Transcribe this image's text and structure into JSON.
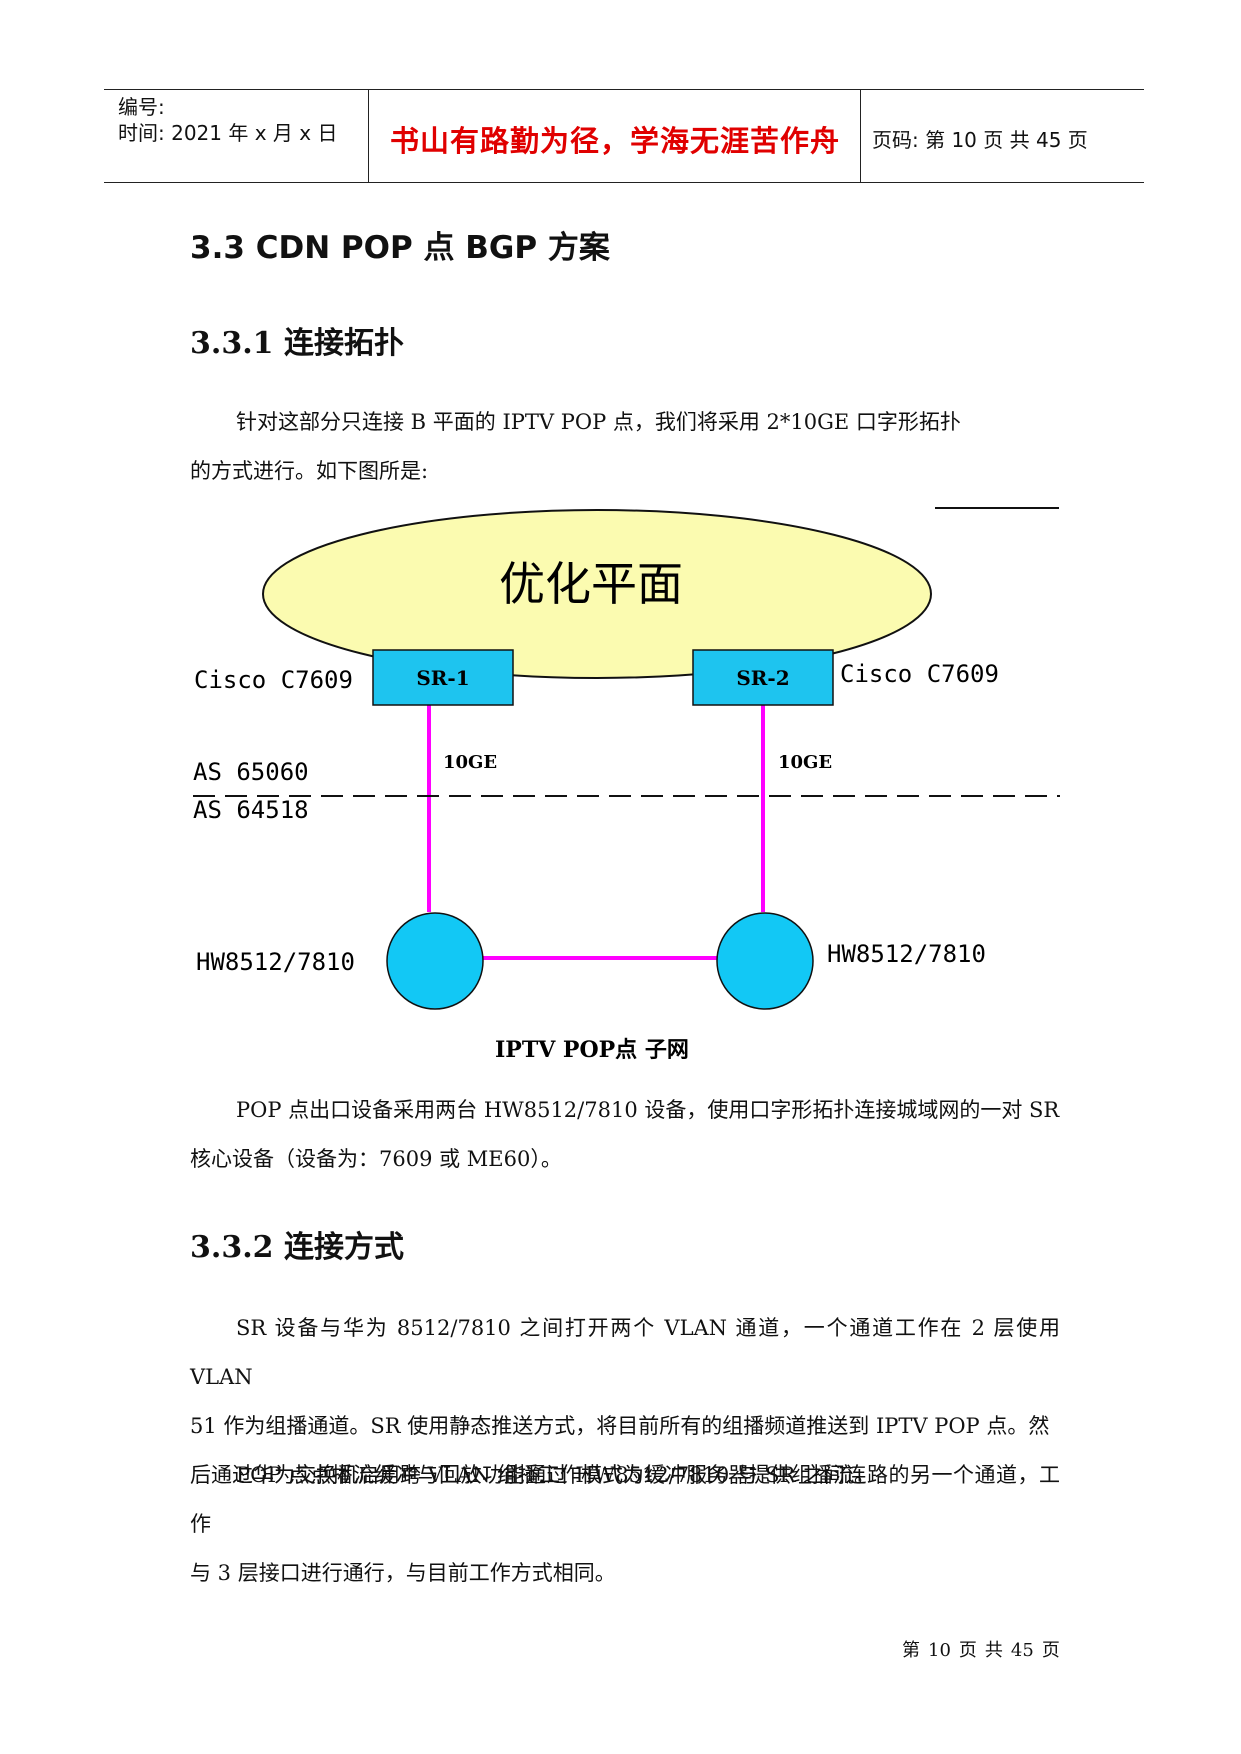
{
  "header": {
    "serial_label": "编号:",
    "time_label": "时间: 2021 年 x 月 x 日",
    "motto": "书山有路勤为径，学海无涯苦作舟",
    "page_label": "页码: 第 10 页  共 45 页"
  },
  "section": {
    "title": "3.3 CDN POP 点 BGP 方案"
  },
  "sub1": {
    "title": "3.3.1 连接拓扑",
    "para1_line1": "针对这部分只连接 B 平面的 IPTV POP 点，我们将采用 2*10GE 口字形拓扑",
    "para1_line2": "的方式进行。如下图所是:"
  },
  "diagram": {
    "cloud_label": "优化平面",
    "sr1_label": "SR-1",
    "sr2_label": "SR-2",
    "cisco_left": "Cisco C7609",
    "cisco_right": "Cisco C7609",
    "link_left": "10GE",
    "link_right": "10GE",
    "as_top": "AS 65060",
    "as_bottom": "AS 64518",
    "hw_left": "HW8512/7810",
    "hw_right": "HW8512/7810",
    "caption": "IPTV POP点 子网",
    "colors": {
      "cloud": "#fbfbb0",
      "box": "#1ec4ef",
      "node": "#12c8f5",
      "link": "#ff00ff"
    }
  },
  "para2": {
    "line1": "POP 点出口设备采用两台 HW8512/7810 设备，使用口字形拓扑连接城域网的一对 SR",
    "line2": "核心设备（设备为：7609 或 ME60）。"
  },
  "sub2": {
    "title": "3.3.2 连接方式",
    "para1_line1": "SR 设备与华为 8512/7810 之间打开两个 VLAN 通道，一个通道工作在 2 层使用 VLAN",
    "para1_line2": "51 作为组播通道。SR 使用静态推送方式，将目前所有的组播频道推送到 IPTV POP 点。然",
    "para1_line3": "后通过华为交换机启用跨 VLAN 组播工作模式为缓冲服务器提供组播流。",
    "para2_line1": "POP 点点播流缓冲与回放功能通过 HW8512/7810 与 SR 之间连路的另一个通道，工作",
    "para2_line2": "与 3 层接口进行通行，与目前工作方式相同。"
  },
  "footer": {
    "di": "第",
    "page": "10",
    "ye1": "页",
    "gong": "共",
    "total": "45",
    "ye2": "页"
  }
}
